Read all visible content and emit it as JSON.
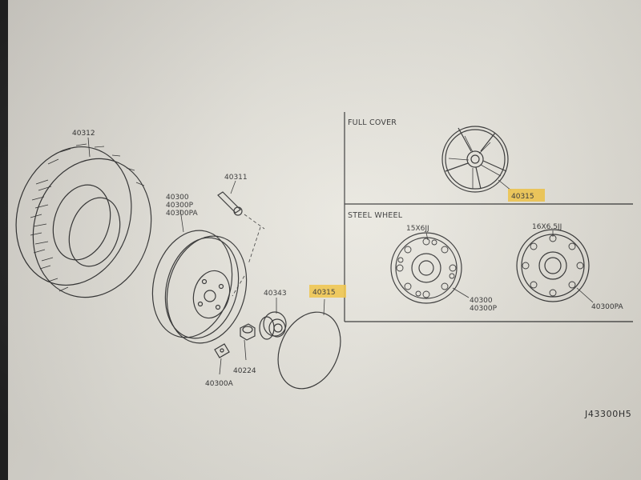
{
  "diagram": {
    "id_code": "J43300H5",
    "panels": {
      "full_cover": {
        "title": "FULL COVER",
        "part": "40315"
      },
      "steel_wheel": {
        "title": "STEEL WHEEL",
        "wheels": [
          {
            "size": "15X6JJ",
            "parts": [
              "40300",
              "40300P"
            ]
          },
          {
            "size": "16X6.5JJ",
            "parts": [
              "40300PA"
            ]
          }
        ]
      }
    },
    "callouts": {
      "tire": "40312",
      "wheel": [
        "40300",
        "40300P",
        "40300PA"
      ],
      "valve": "40311",
      "center_cap": "40343",
      "cover_ring": "40315",
      "nut": "40224",
      "balance_weight": "40300A"
    },
    "highlight_color": "#f4c542",
    "line_color": "#2f2f2f"
  }
}
